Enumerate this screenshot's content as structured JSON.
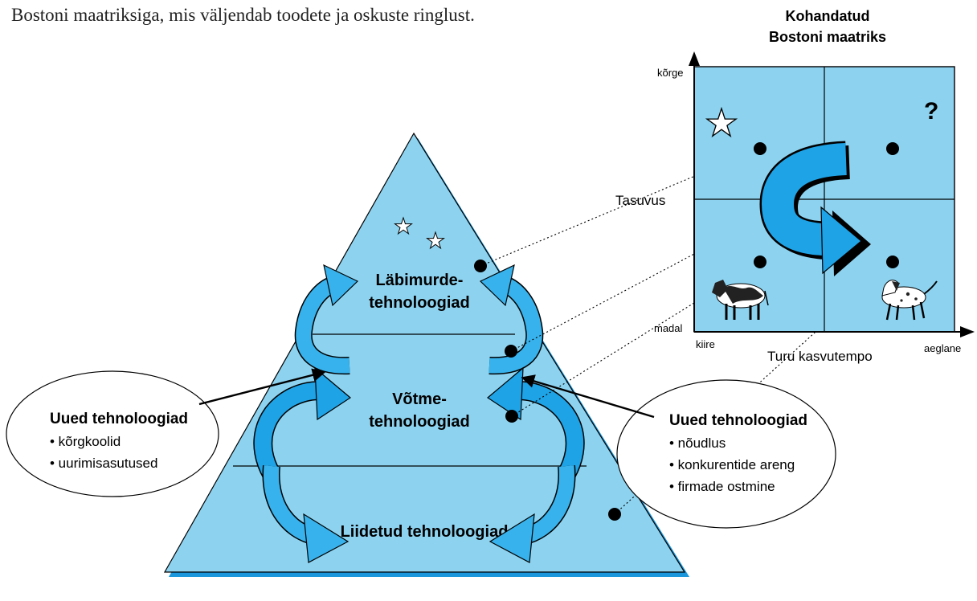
{
  "caption": "Bostoni maatriksiga, mis väljendab toodete ja oskuste ringlust.",
  "matrix": {
    "title_line1": "Kohandatud",
    "title_line2": "Bostoni maatriks",
    "y_high": "kõrge",
    "y_low": "madal",
    "y_axis_label": "Tasuvus",
    "x_left": "kiire",
    "x_right": "aeglane",
    "x_axis_label": "Turu kasvutempo",
    "question_mark": "?"
  },
  "pyramid": {
    "top_line1": "Läbimurde-",
    "top_line2": "tehnoloogiad",
    "middle_line1": "Võtme-",
    "middle_line2": "tehnoloogiad",
    "bottom": "Liidetud tehnoloogiad"
  },
  "left_box": {
    "title": "Uued tehnoloogiad",
    "items": [
      "• kõrgkoolid",
      "• uurimisasutused"
    ]
  },
  "right_box": {
    "title": "Uued tehnoloogiad",
    "items": [
      "• nõudlus",
      "• konkurentide areng",
      "• firmade ostmine"
    ]
  },
  "colors": {
    "fill": "#8dd3f0",
    "arrow": "#1ea3e6",
    "arrow_dark": "#0d78c2",
    "shadow": "#1996dc"
  }
}
